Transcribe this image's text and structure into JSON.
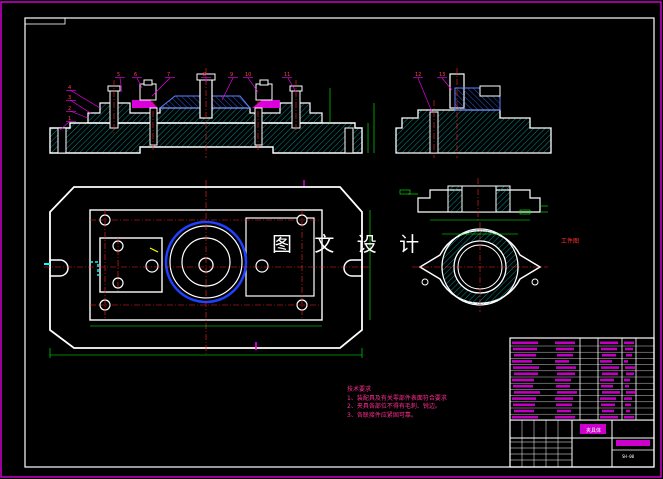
{
  "watermark": "图 文 设 计",
  "workpiece_label": "工件图",
  "notes": {
    "title": "技术要求",
    "items": [
      "1、装配具及有关零部件表面符合要求",
      "2、夹具各部位不得有毛刺、锐边。",
      "3、各联接件应紧固可靠。"
    ]
  },
  "title_block": {
    "name": "夹具体",
    "drawing_no": "SH-00"
  },
  "balloons_front": [
    "5",
    "6",
    "7",
    "8",
    "9",
    "10",
    "11"
  ],
  "balloons_left": [
    "4",
    "3",
    "2",
    "1"
  ],
  "balloons_side": [
    "12",
    "13"
  ],
  "colors": {
    "frame": "#ff00ff",
    "outline": "#ffffff",
    "centerline": "#ff2020",
    "dimension": "#00ff00",
    "leader": "#ff00ff",
    "hatch": "#00c0c0",
    "blue": "#2040ff",
    "yellow": "#ffff00"
  }
}
